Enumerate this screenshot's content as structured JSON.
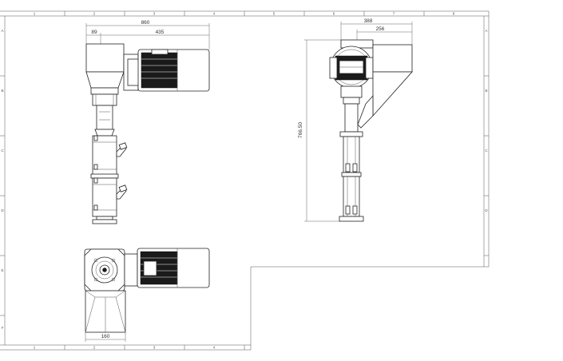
{
  "drawing": {
    "zones_top": [
      "1",
      "2",
      "3",
      "4",
      "5",
      "6",
      "7",
      "8"
    ],
    "zones_side": [
      "A",
      "B",
      "C",
      "D",
      "E",
      "F"
    ]
  },
  "dimensions": {
    "front_total_width": "860",
    "front_hopper_offset": "89",
    "front_motor_width": "435",
    "side_total_width": "388",
    "side_hopper_offset": "256",
    "side_height": "766.50",
    "top_hopper_width": "160"
  }
}
